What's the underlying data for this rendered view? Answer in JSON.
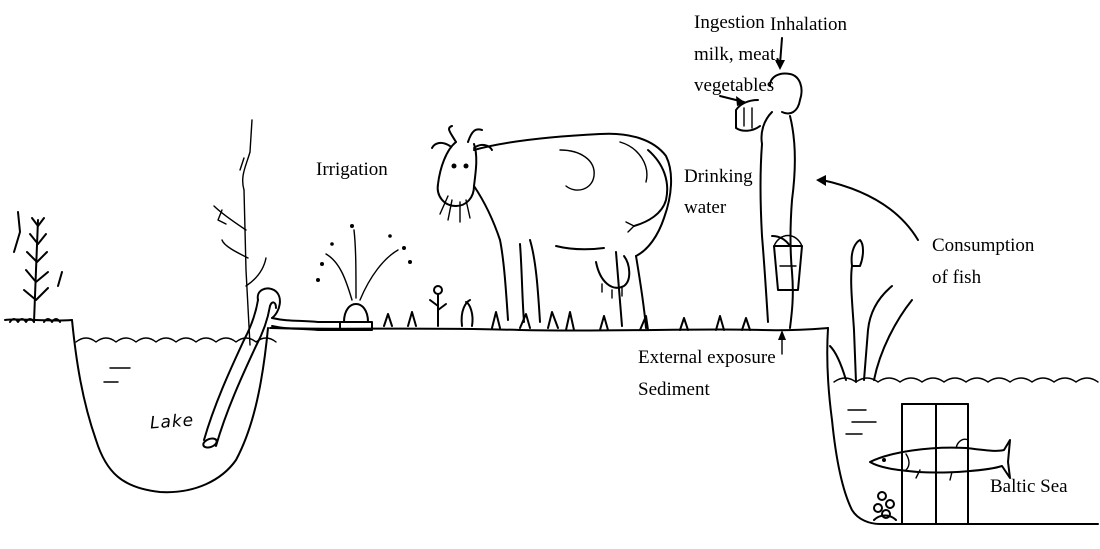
{
  "labels": {
    "ingestion_l1": "Ingestion",
    "ingestion_l2": "milk, meat,",
    "ingestion_l3": "vegetables",
    "inhalation": "Inhalation",
    "irrigation": "Irrigation",
    "drinking_l1": "Drinking",
    "drinking_l2": "water",
    "consumption_l1": "Consumption",
    "consumption_l2": "of fish",
    "external_l1": "External exposure",
    "external_l2": "Sediment",
    "lake": "Lake",
    "baltic": "Baltic Sea"
  }
}
